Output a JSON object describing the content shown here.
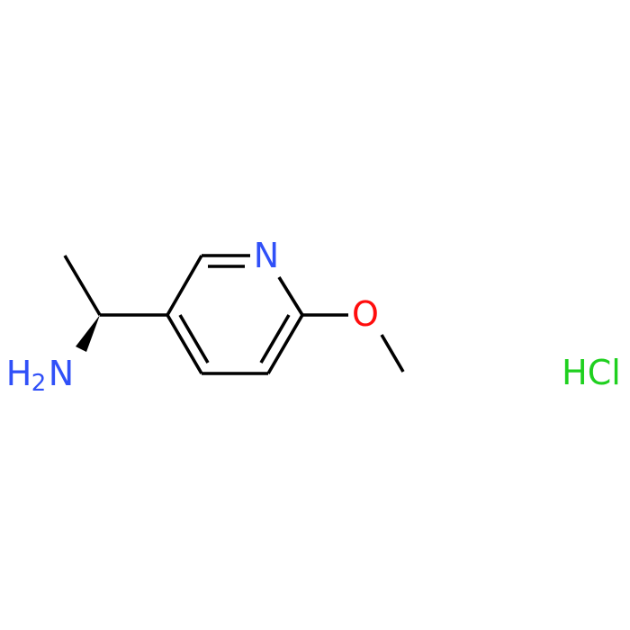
{
  "molecule": {
    "atoms": {
      "nitrogen_ring": "N",
      "oxygen": "O",
      "amine_h": "H",
      "amine_sub": "2",
      "amine_n": "N",
      "salt": "HCl"
    },
    "colors": {
      "bond": "#000000",
      "nitrogen": "#3050f8",
      "oxygen": "#ff0d0d",
      "chlorine": "#1fd01f"
    }
  }
}
